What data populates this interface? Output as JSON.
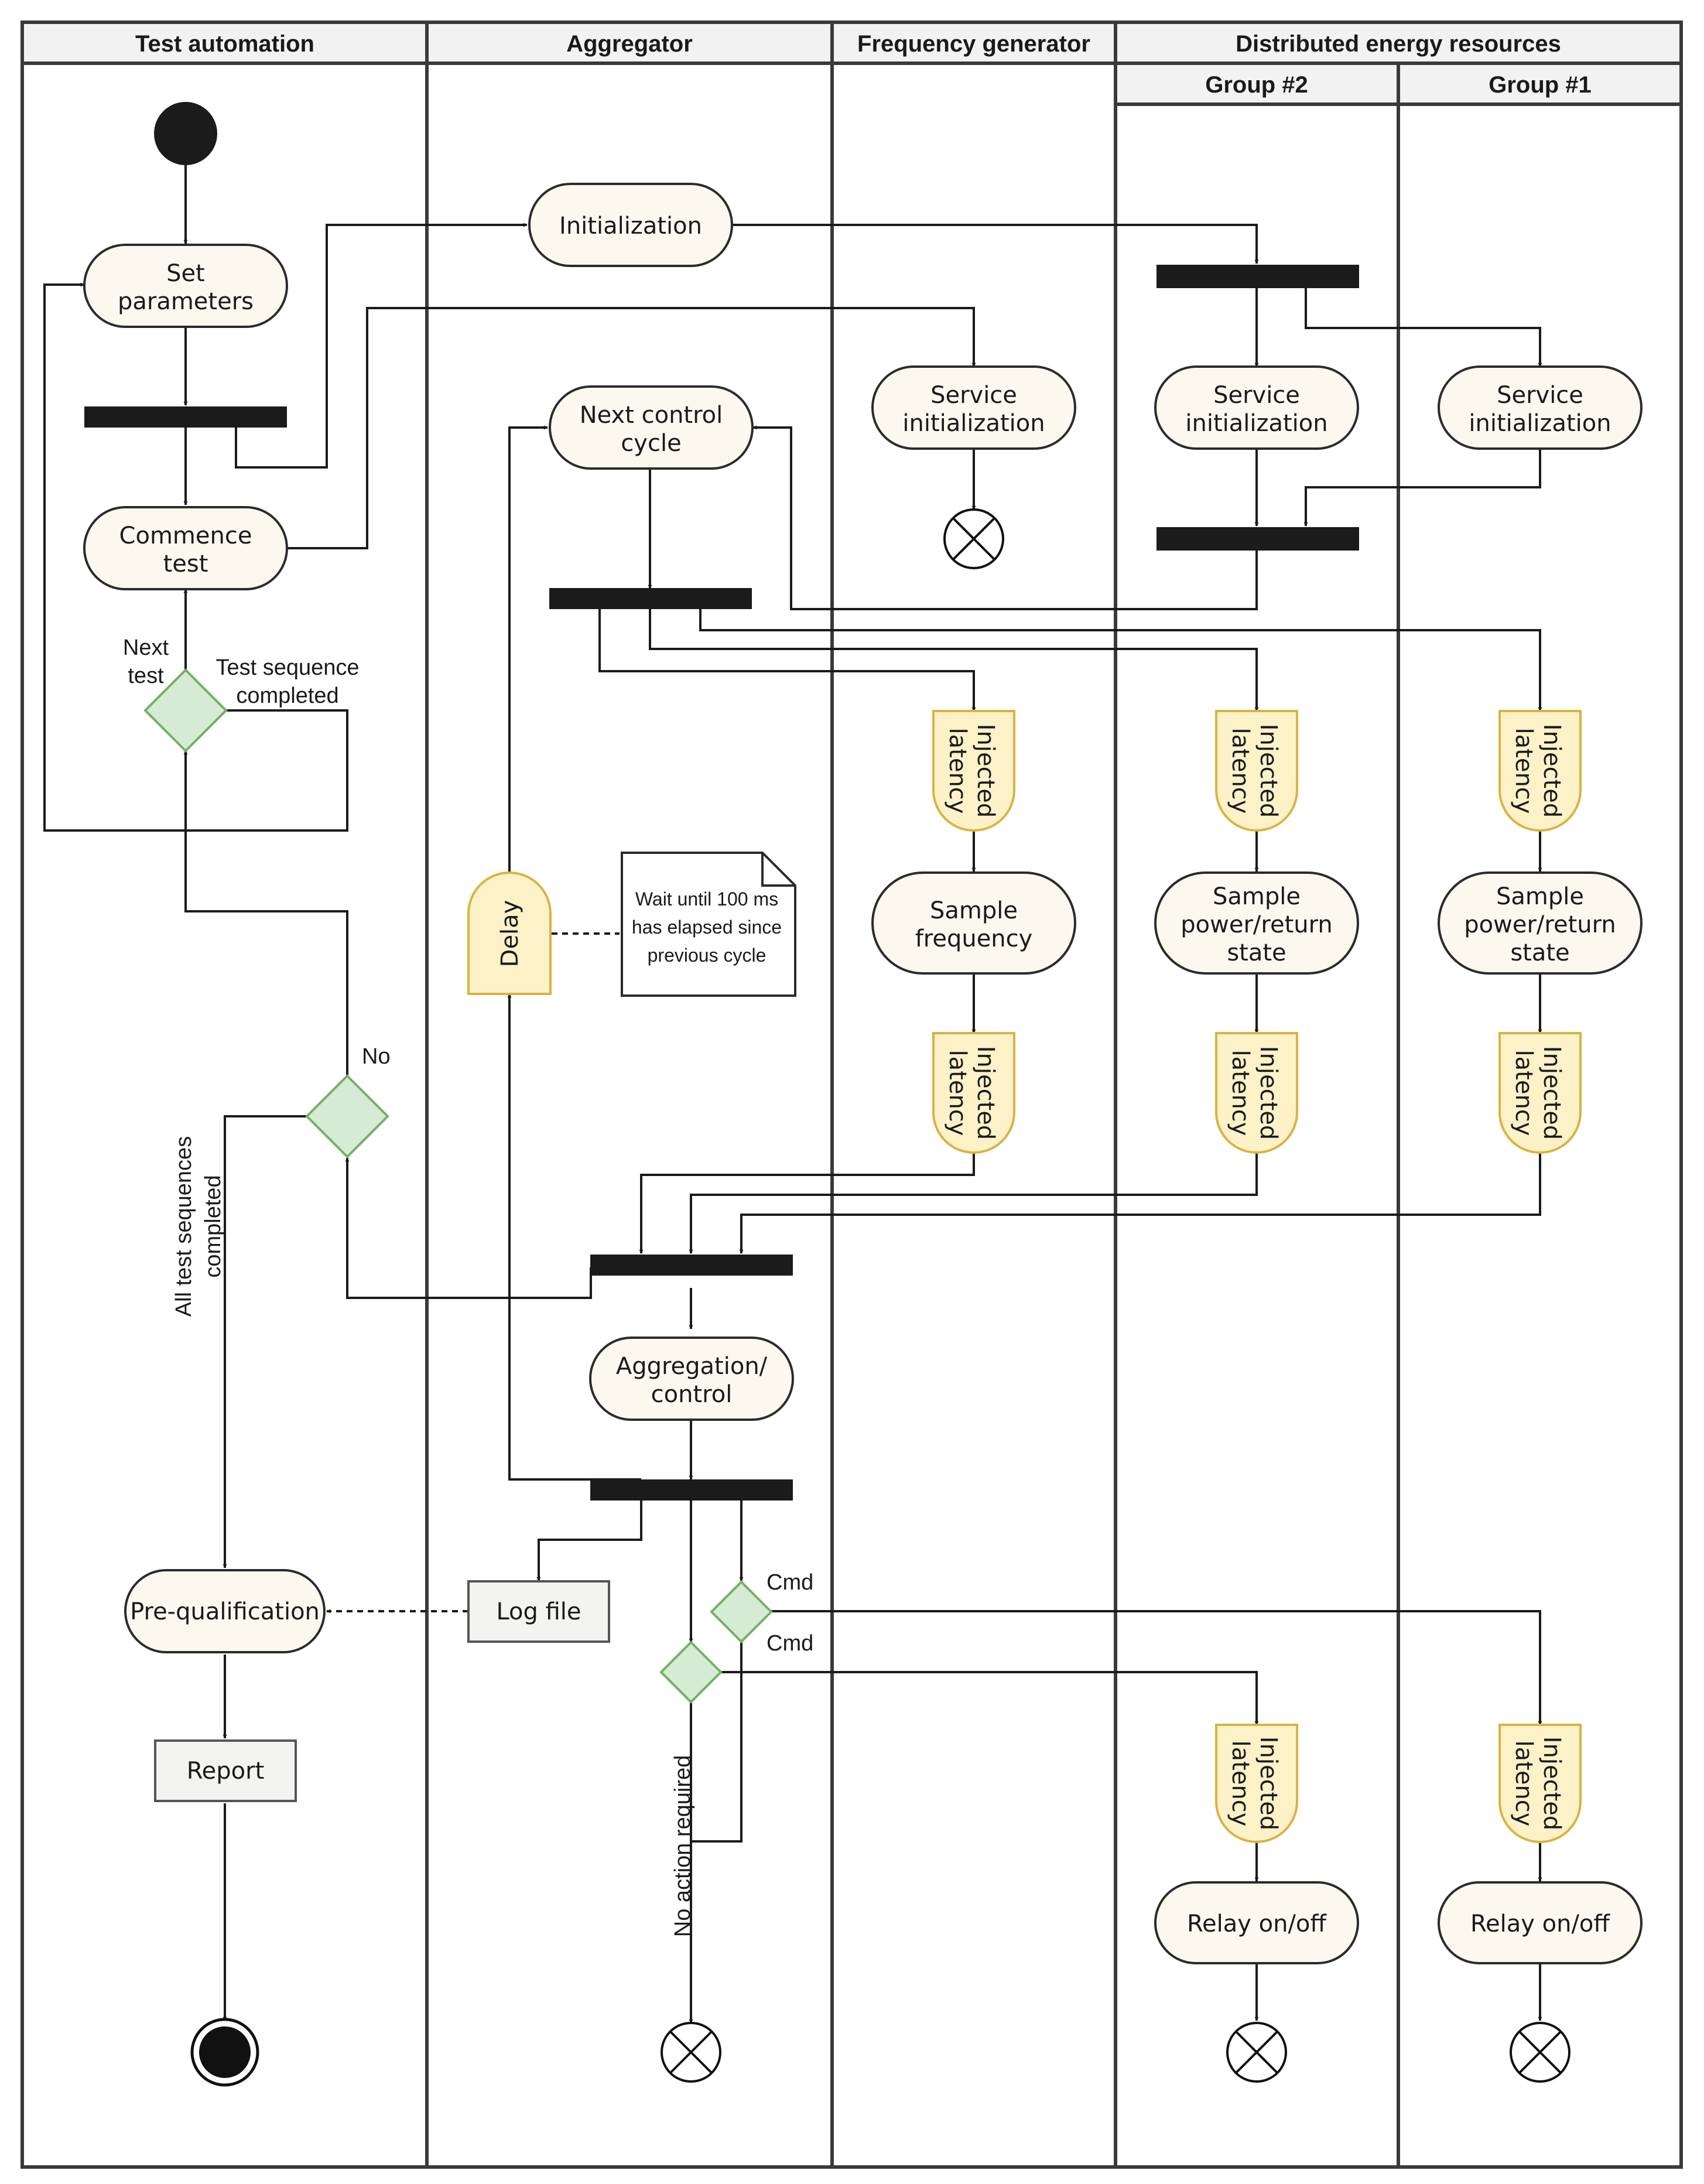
{
  "lanes": {
    "test_automation": "Test automation",
    "aggregator": "Aggregator",
    "frequency_generator": "Frequency generator",
    "der": "Distributed energy resources",
    "group2": "Group #2",
    "group1": "Group #1"
  },
  "nodes": {
    "set_parameters": [
      "Set",
      "parameters"
    ],
    "commence_test": [
      "Commence",
      "test"
    ],
    "initialization": "Initialization",
    "next_control_cycle": [
      "Next control",
      "cycle"
    ],
    "service_init": [
      "Service",
      "initialization"
    ],
    "injected_latency": [
      "Injected",
      "latency"
    ],
    "sample_frequency": [
      "Sample",
      "frequency"
    ],
    "sample_power": [
      "Sample",
      "power/return",
      "state"
    ],
    "delay": "Delay",
    "aggregation_control": [
      "Aggregation/",
      "control"
    ],
    "log_file": "Log file",
    "pre_qualification": "Pre-qualification",
    "report": "Report",
    "relay": "Relay on/off"
  },
  "labels": {
    "next_test": [
      "Next",
      "test"
    ],
    "test_sequence_completed": [
      "Test sequence",
      "completed"
    ],
    "no": "No",
    "all_completed": [
      "All test sequences",
      "completed"
    ],
    "cmd": "Cmd",
    "no_action_required": "No action required"
  },
  "note": [
    "Wait until 100 ms",
    "has elapsed since",
    "previous cycle"
  ],
  "colors": {
    "action_fill": "#fbf8f0",
    "latency_fill": "#fdf1c8",
    "latency_stroke": "#d8b441",
    "decision_fill": "#d6ebd4",
    "decision_stroke": "#74b066",
    "header_fill": "#f2f2f2",
    "bar": "#1b1b1b"
  }
}
